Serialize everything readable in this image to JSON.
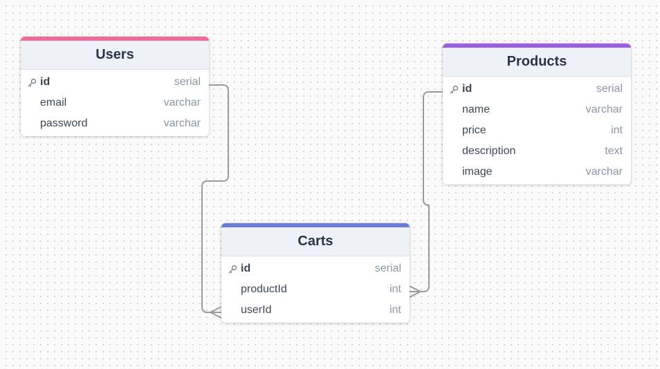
{
  "tables": {
    "users": {
      "name": "Users",
      "accent": "#f0699c",
      "fields": [
        {
          "name": "id",
          "type": "serial",
          "pk": true
        },
        {
          "name": "email",
          "type": "varchar"
        },
        {
          "name": "password",
          "type": "varchar"
        }
      ]
    },
    "products": {
      "name": "Products",
      "accent": "#9b5de5",
      "fields": [
        {
          "name": "id",
          "type": "serial",
          "pk": true
        },
        {
          "name": "name",
          "type": "varchar"
        },
        {
          "name": "price",
          "type": "int"
        },
        {
          "name": "description",
          "type": "text"
        },
        {
          "name": "image",
          "type": "varchar"
        }
      ]
    },
    "carts": {
      "name": "Carts",
      "accent": "#6b7bd6",
      "fields": [
        {
          "name": "id",
          "type": "serial",
          "pk": true
        },
        {
          "name": "productId",
          "type": "int"
        },
        {
          "name": "userId",
          "type": "int"
        }
      ]
    }
  },
  "relations": [
    {
      "from": "users.id",
      "to": "carts.userId",
      "cardinality": "one-to-many"
    },
    {
      "from": "products.id",
      "to": "carts.productId",
      "cardinality": "one-to-many"
    }
  ],
  "colors": {
    "connector": "#9a9a9a",
    "key_icon": "#7b8494"
  }
}
